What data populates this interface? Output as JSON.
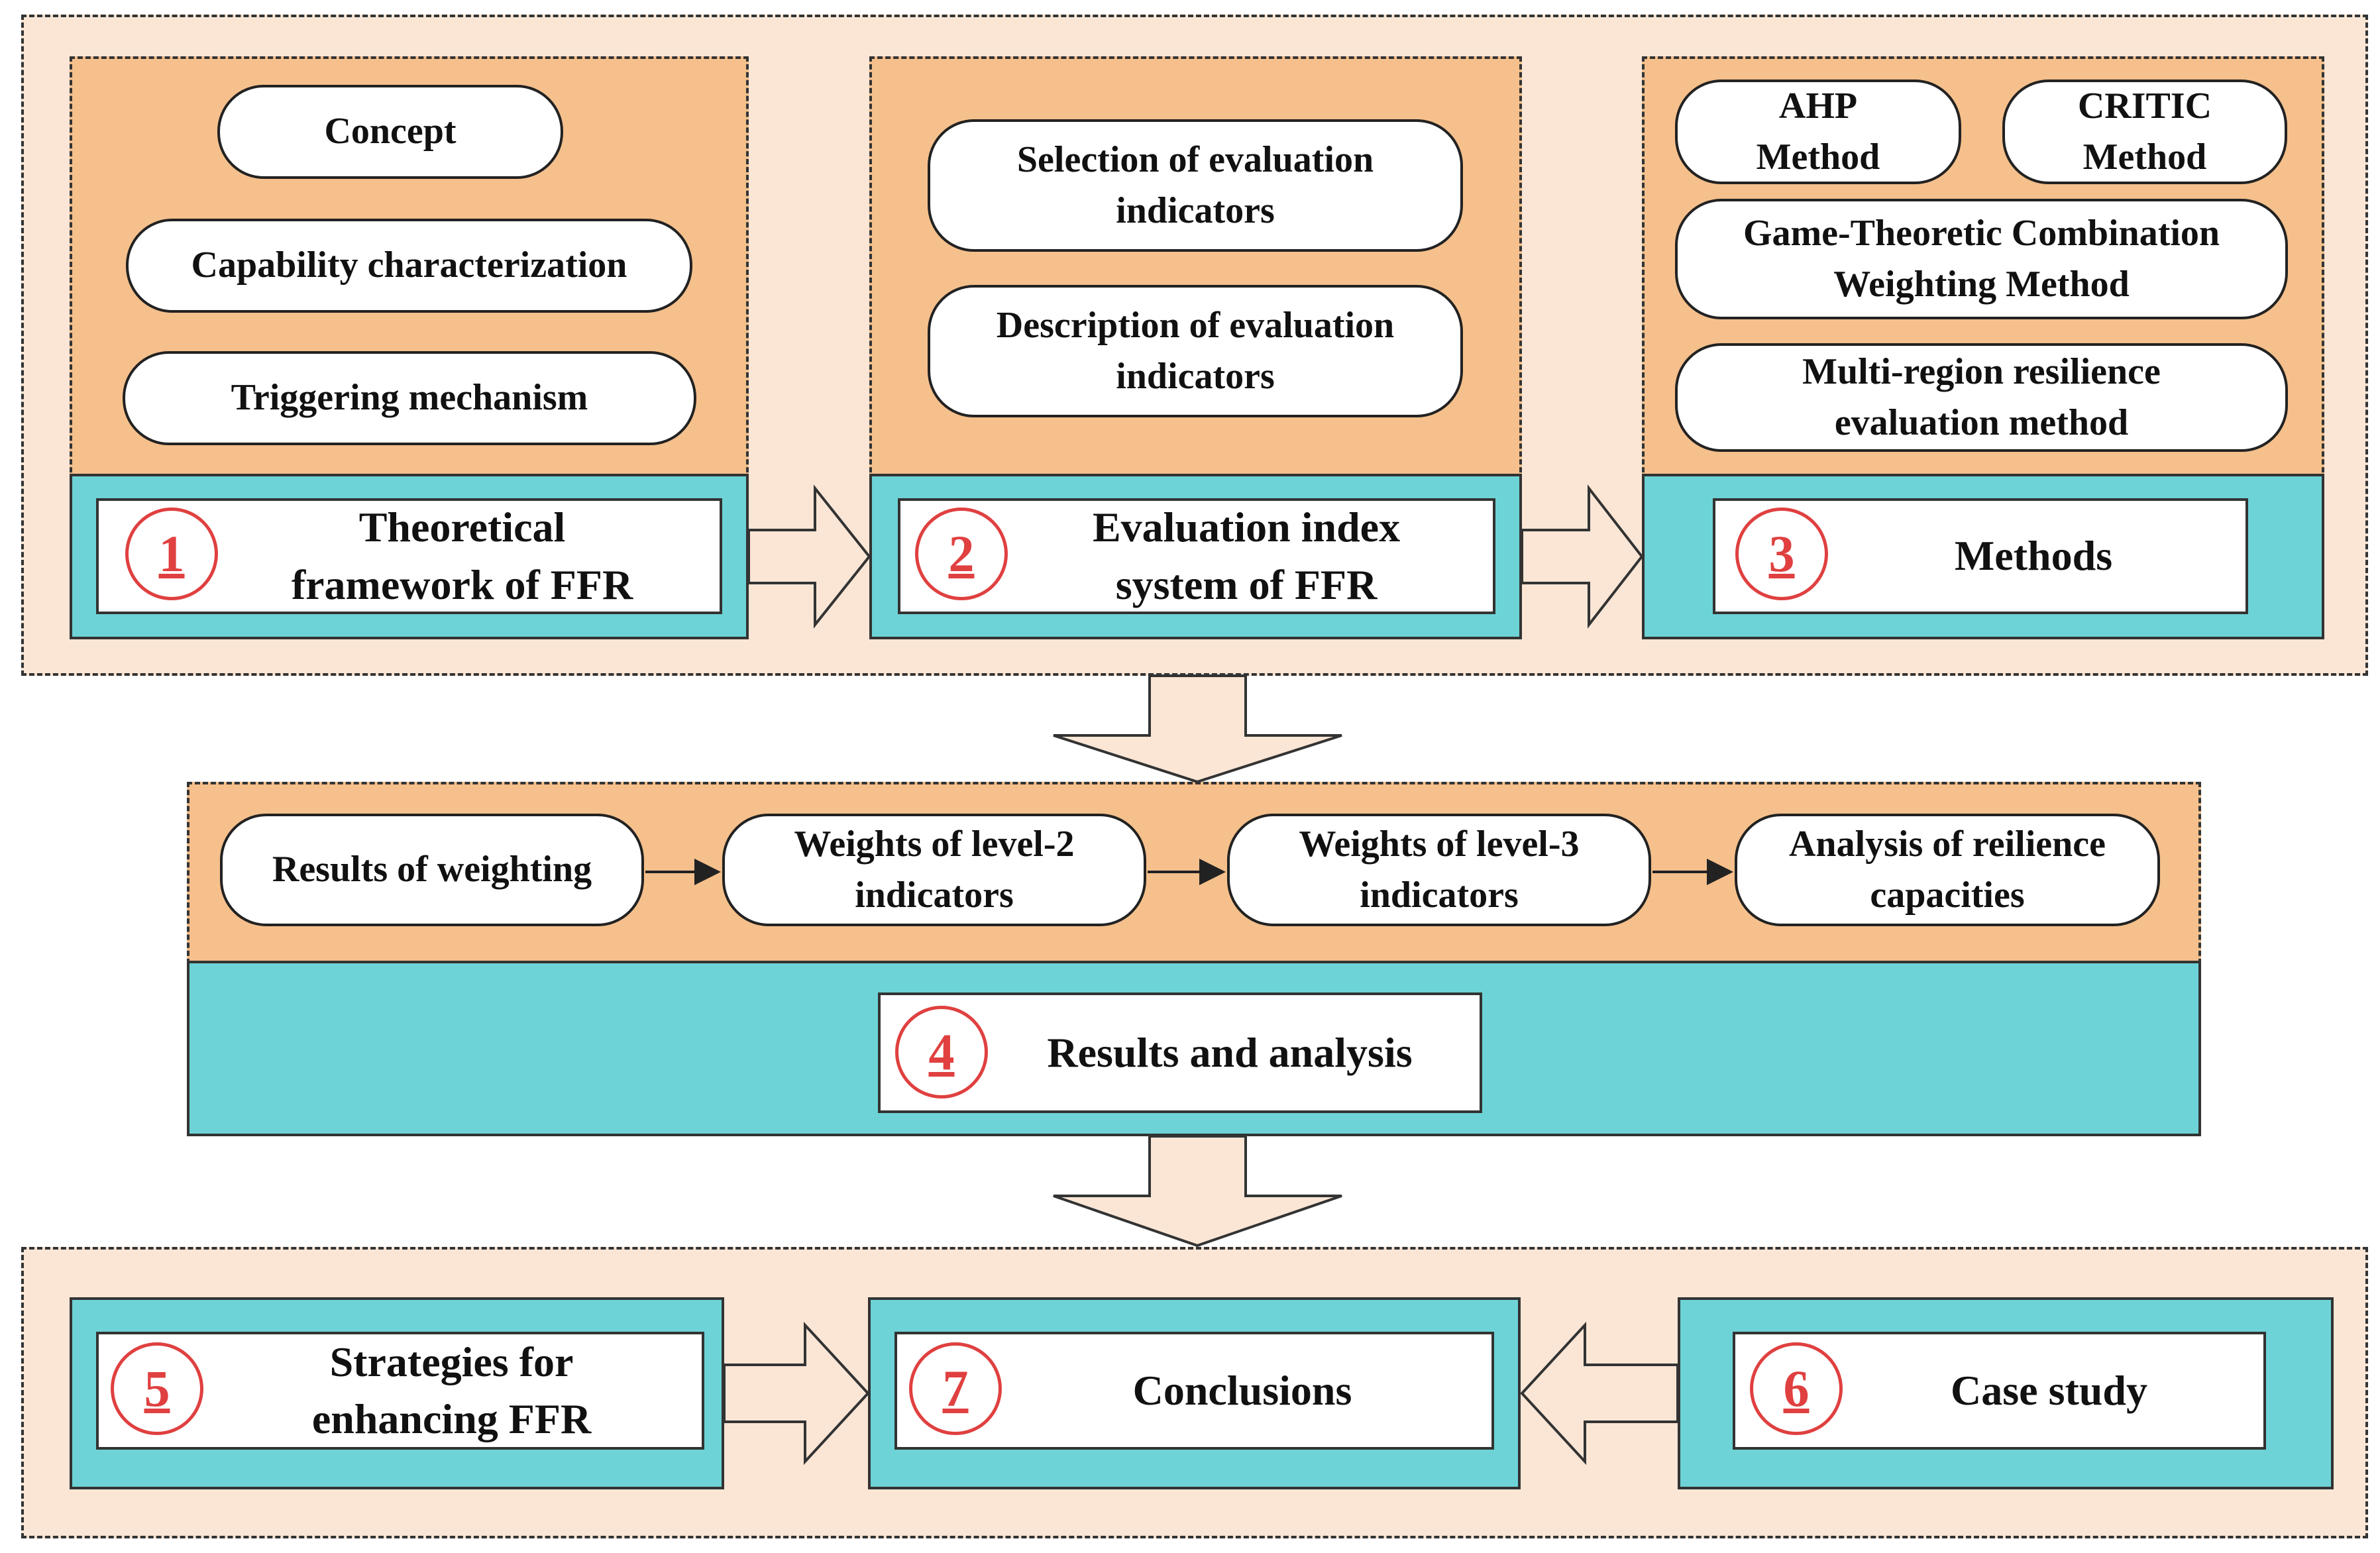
{
  "colors": {
    "outer_fill": "#fbe6d6",
    "inner_fill": "#f5c08c",
    "teal": "#6dd3d6",
    "number_red": "#e04040",
    "arrow_fill": "#fbe6d6"
  },
  "top": {
    "p1": {
      "items": [
        "Concept",
        "Capability characterization",
        "Triggering mechanism"
      ],
      "number": "1",
      "title_lines": [
        "Theoretical",
        "framework of FFR"
      ]
    },
    "p2": {
      "items": [
        [
          "Selection of evaluation",
          "indicators"
        ],
        [
          "Description of evaluation",
          "indicators"
        ]
      ],
      "number": "2",
      "title_lines": [
        "Evaluation index",
        "system of FFR"
      ]
    },
    "p3": {
      "items": [
        [
          "AHP",
          "Method"
        ],
        [
          "CRITIC",
          "Method"
        ],
        [
          "Game-Theoretic Combination",
          "Weighting Method"
        ],
        [
          "Multi-region resilience",
          "evaluation method"
        ]
      ],
      "number": "3",
      "title": "Methods"
    }
  },
  "middle": {
    "items": [
      [
        "Results of weighting"
      ],
      [
        "Weights of level-2",
        "indicators"
      ],
      [
        "Weights of level-3",
        "indicators"
      ],
      [
        "Analysis of reilience",
        "capacities"
      ]
    ],
    "number": "4",
    "title": "Results and analysis"
  },
  "bottom": {
    "p5": {
      "number": "5",
      "title_lines": [
        "Strategies for",
        "enhancing FFR"
      ]
    },
    "p7": {
      "number": "7",
      "title": "Conclusions"
    },
    "p6": {
      "number": "6",
      "title": "Case study"
    }
  }
}
